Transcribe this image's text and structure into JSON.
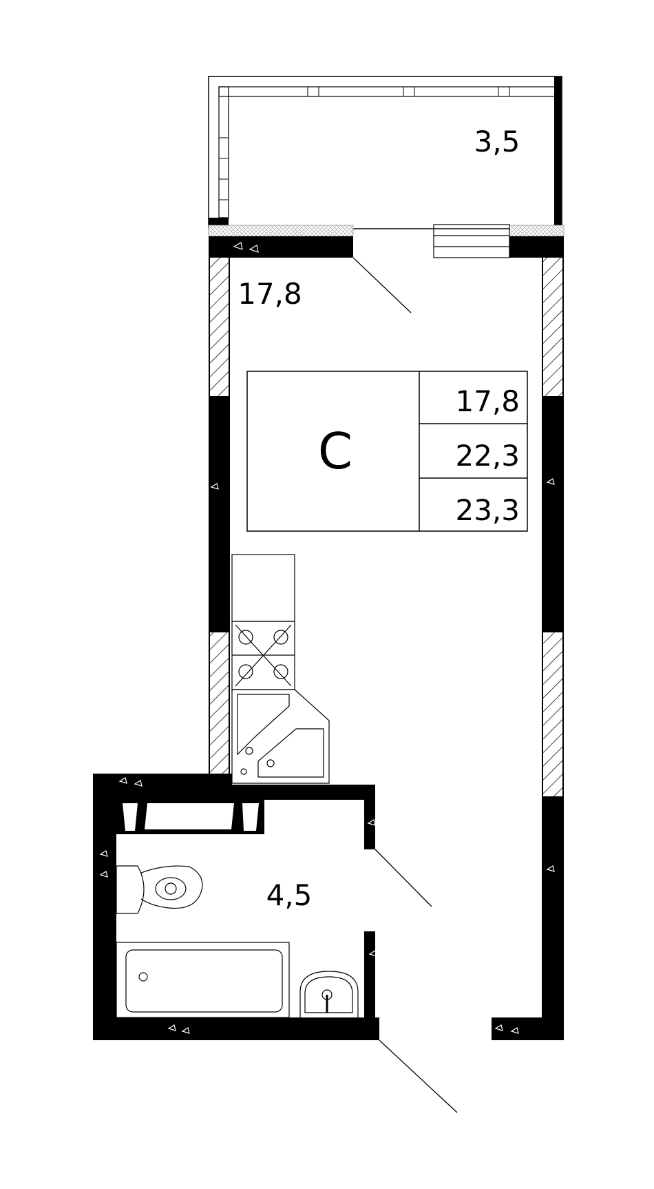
{
  "plan": {
    "rooms": {
      "balcony_area": "3,5",
      "living_area": "17,8",
      "bathroom_area": "4,5"
    },
    "summary": {
      "type_letter": "С",
      "living_area": "17,8",
      "total_area": "22,3",
      "total_with_balcony": "23,3"
    },
    "colors": {
      "wall": "#000000",
      "background": "#ffffff"
    }
  }
}
